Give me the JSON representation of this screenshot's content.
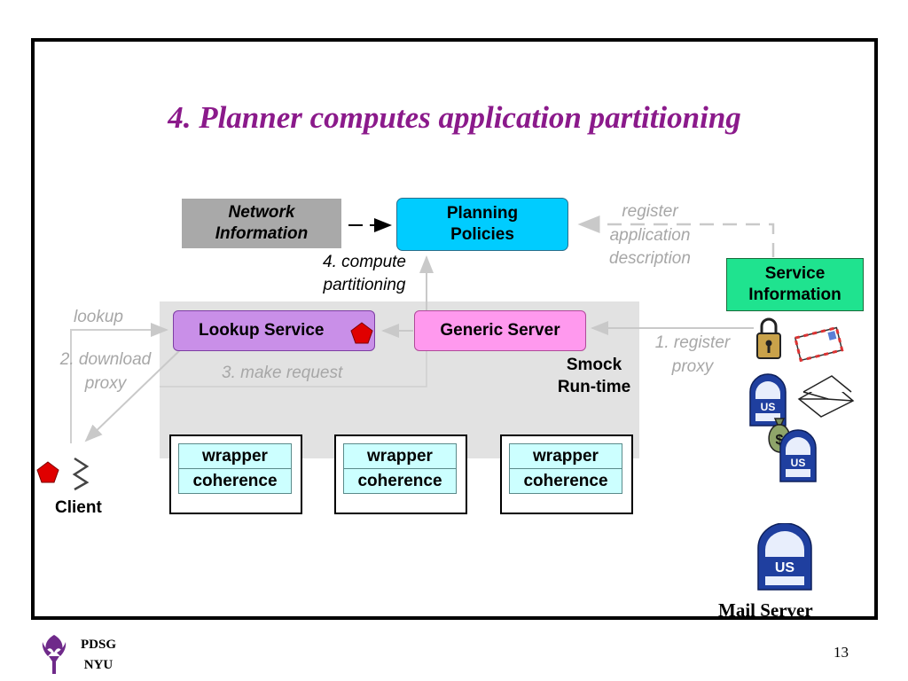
{
  "slide": {
    "title": "4. Planner computes application partitioning",
    "page_number": "13",
    "footer_line1": "PDSG",
    "footer_line2": "NYU"
  },
  "nodes": {
    "network_info_line1": "Network",
    "network_info_line2": "Information",
    "planning_line1": "Planning",
    "planning_line2": "Policies",
    "service_info_line1": "Service",
    "service_info_line2": "Information",
    "lookup_service": "Lookup Service",
    "generic_server": "Generic Server",
    "smock_line1": "Smock",
    "smock_line2": "Run-time",
    "client": "Client",
    "mail_server": "Mail Server"
  },
  "wrappers": [
    {
      "top": "wrapper",
      "bottom": "coherence"
    },
    {
      "top": "wrapper",
      "bottom": "coherence"
    },
    {
      "top": "wrapper",
      "bottom": "coherence"
    }
  ],
  "annotations": {
    "compute_line1": "4. compute",
    "compute_line2": "partitioning",
    "register_line1": "register",
    "register_line2": "application",
    "register_line3": "description",
    "lookup": "lookup",
    "download_line1": "2. download",
    "download_line2": "proxy",
    "make_request": "3. make request",
    "register_proxy_line1": "1. register",
    "register_proxy_line2": "proxy"
  },
  "icons": {
    "mail_badge": "US",
    "money_symbol": "$"
  },
  "colors": {
    "title": "#8B1A8B",
    "planning": "#00ccff",
    "service_info": "#1fe38f",
    "lookup": "#c98fe8",
    "generic": "#ff99ee",
    "wrapper_fill": "#ccffff",
    "runtime_bg": "#e2e2e2",
    "faded": "#a7a7a7",
    "pentagon": "#e00000",
    "mailbox": "#1f3f9f"
  }
}
